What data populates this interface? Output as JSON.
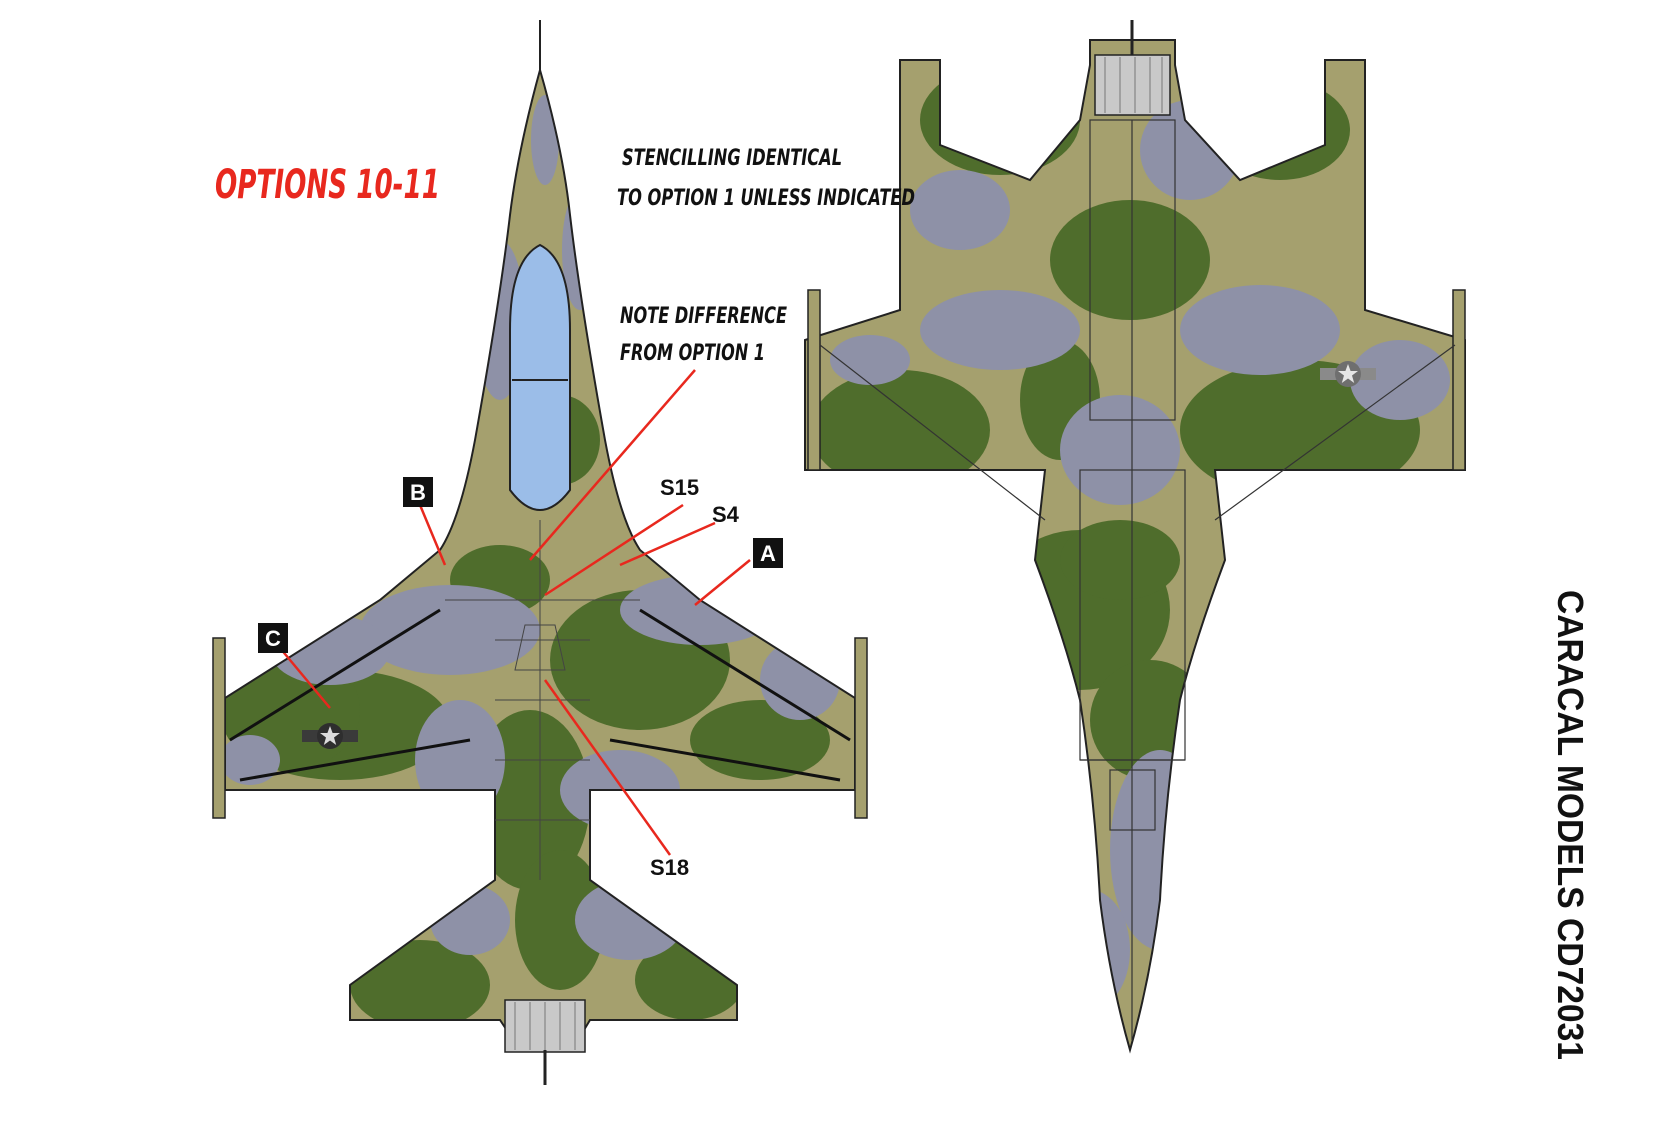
{
  "title": "OPTIONS 10-11",
  "notes": {
    "stencil_line1": "STENCILLING IDENTICAL",
    "stencil_line2": "TO OPTION 1 UNLESS INDICATED",
    "diff_line1": "NOTE DIFFERENCE",
    "diff_line2": "FROM OPTION 1"
  },
  "callouts": {
    "a": "A",
    "b": "B",
    "c": "C",
    "s15": "S15",
    "s4": "S4",
    "s18": "S18"
  },
  "brand": "CARACAL MODELS CD72031",
  "colors": {
    "tan": "#a5a06e",
    "green": "#4f6d2c",
    "grey": "#8e91a7",
    "red": "#e8281e",
    "canopy": "#9bbde8",
    "exhaust": "#c9c9c9"
  },
  "icons": {
    "roundel_top": "star-and-bar-insignia-icon",
    "roundel_bottom": "star-and-bar-insignia-icon"
  }
}
